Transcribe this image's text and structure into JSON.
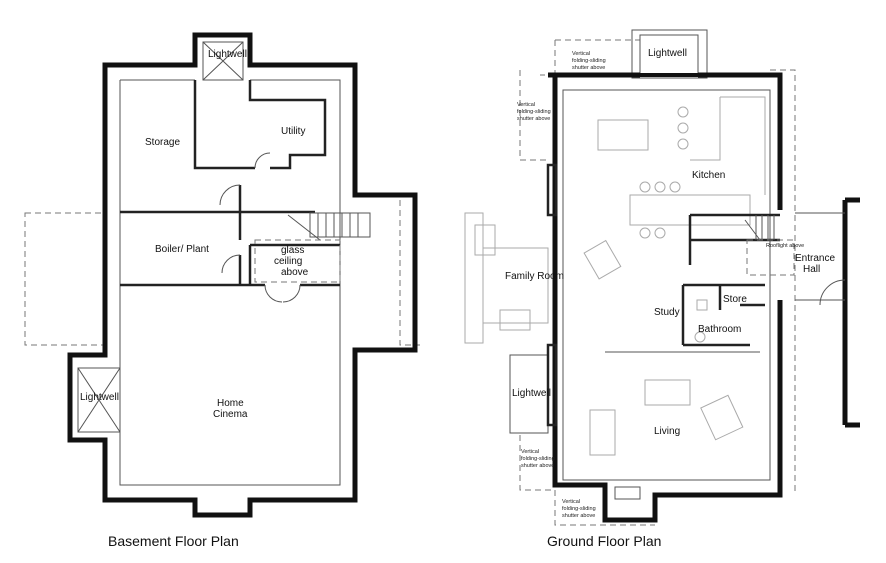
{
  "basement": {
    "caption": "Basement Floor Plan",
    "rooms": {
      "lightwell_top": "Lightwell",
      "storage": "Storage",
      "utility": "Utility",
      "boiler": "Boiler/ Plant",
      "glass1": "glass",
      "glass2": "ceiling",
      "glass3": "above",
      "lightwell_left": "Lightwell",
      "cinema1": "Home",
      "cinema2": "Cinema"
    }
  },
  "ground": {
    "caption": "Ground Floor Plan",
    "rooms": {
      "lightwell_top": "Lightwell",
      "kitchen": "Kitchen",
      "family": "Family Room",
      "entrance1": "Entrance",
      "entrance2": "Hall",
      "study": "Study",
      "store": "Store",
      "bathroom": "Bathroom",
      "lightwell_left": "Lightwell",
      "living": "Living"
    },
    "notes": {
      "shutter_line1": "Vertical",
      "shutter_line2": "folding-sliding",
      "shutter_line3": "shutter above",
      "rooflight": "Rooflight above"
    }
  }
}
